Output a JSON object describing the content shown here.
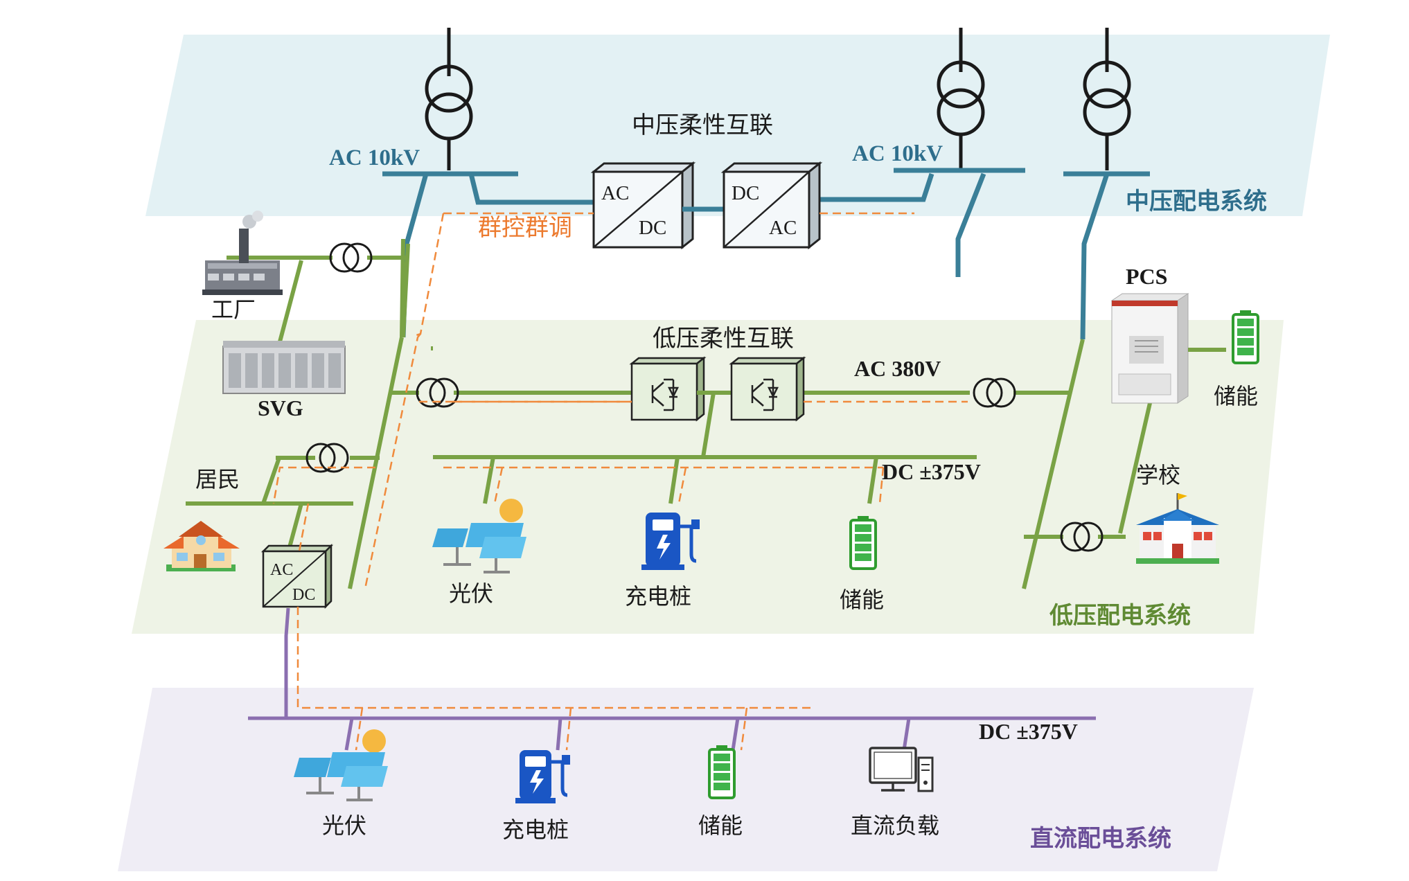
{
  "layers": {
    "mv": {
      "title": "中压配电系统",
      "color": "#2e6e8c",
      "bg": "#e3f1f4"
    },
    "lv": {
      "title": "低压配电系统",
      "color": "#5f8a33",
      "bg": "#eef3e6"
    },
    "dc": {
      "title": "直流配电系统",
      "color": "#6a4e98",
      "bg": "#efedf5"
    }
  },
  "mv": {
    "ac_left": "AC 10kV",
    "ac_right": "AC 10kV",
    "flex_title": "中压柔性互联",
    "conv1": {
      "top": "AC",
      "bottom": "DC"
    },
    "conv2": {
      "top": "DC",
      "bottom": "AC"
    },
    "group_control": "群控群调"
  },
  "lv": {
    "flex_title": "低压柔性互联",
    "ac380": "AC 380V",
    "dc375": "DC ±375V",
    "factory": "工厂",
    "svg": "SVG",
    "resident": "居民",
    "conv": {
      "top": "AC",
      "bottom": "DC"
    },
    "pv": "光伏",
    "charger": "充电桩",
    "storage": "储能",
    "pcs": "PCS",
    "pcs_storage": "储能",
    "school": "学校"
  },
  "dc": {
    "dc375": "DC ±375V",
    "pv": "光伏",
    "charger": "充电桩",
    "storage": "储能",
    "load": "直流负载"
  },
  "colors": {
    "mv_line": "#3a7f98",
    "lv_line": "#79a245",
    "dc_line": "#8b6fb0",
    "dashed": "#f08a3c",
    "orange_text": "#ec7a2e"
  }
}
